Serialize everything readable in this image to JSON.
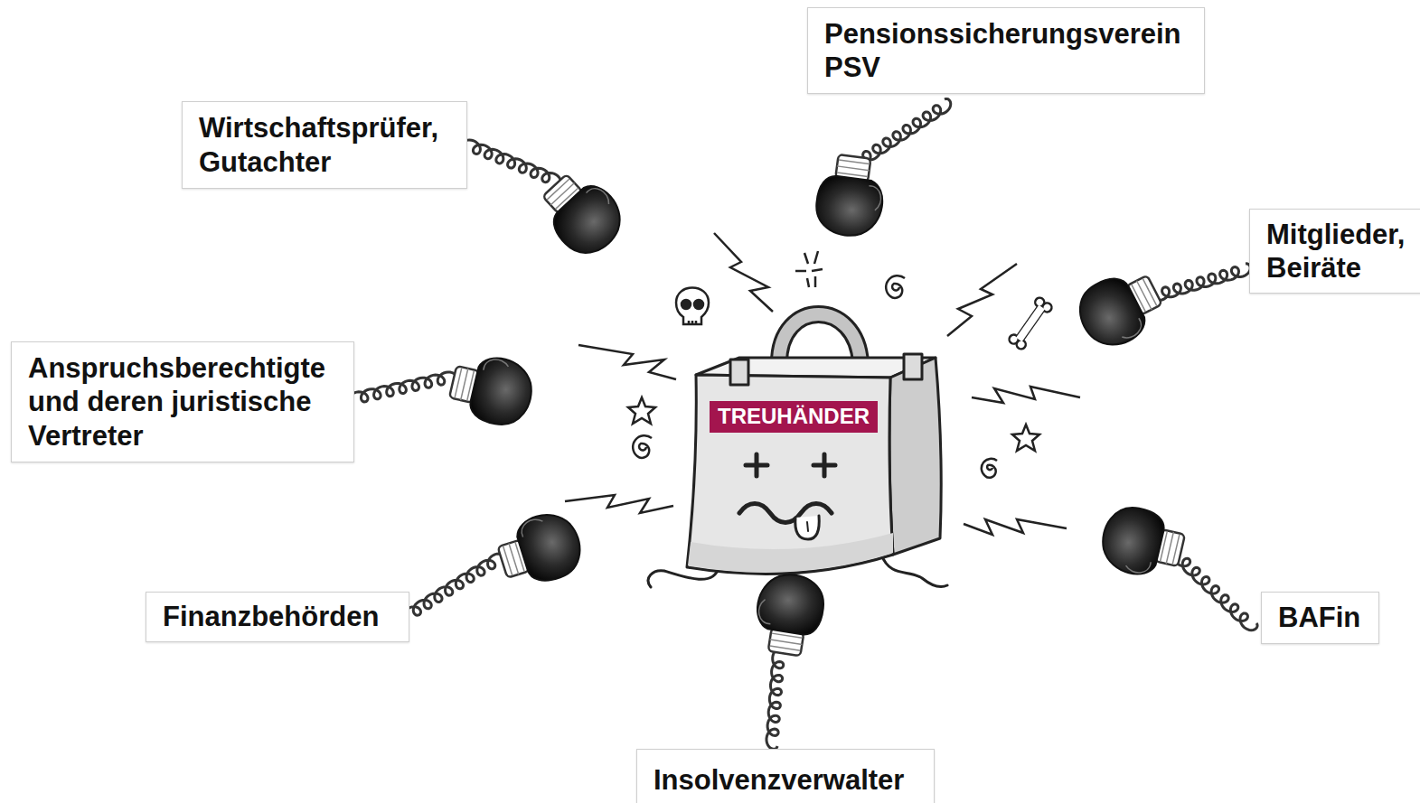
{
  "diagram": {
    "nodes": [
      {
        "text": [
          "Pensionssicherungsverein PSV"
        ]
      },
      {
        "text": [
          "Wirtschaftsprüfer, Gutachter"
        ]
      },
      {
        "text": [
          "Mitglieder, Beiräte"
        ]
      },
      {
        "text": [
          "Anspruchsberechtigte und deren juristische Vertreter"
        ]
      },
      {
        "text": [
          "TREUHÄNDER"
        ]
      },
      {
        "text": [
          "Finanzbehörden"
        ]
      },
      {
        "text": [
          "BAFin"
        ]
      },
      {
        "text": [
          "Insolvenzverwalter"
        ]
      }
    ]
  }
}
